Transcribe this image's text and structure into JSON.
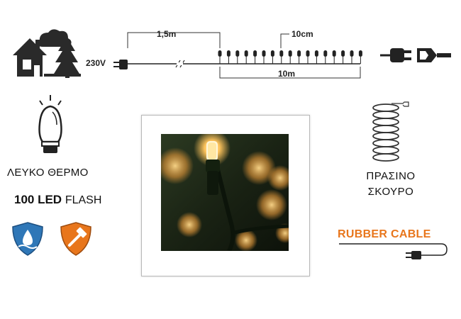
{
  "specs": {
    "voltage": "230V",
    "lead_length": "1,5m",
    "spacing": "10cm",
    "total_length": "10m"
  },
  "light": {
    "color_label": "ΛΕΥΚΟ ΘΕΡΜΟ",
    "count_label": "100 LED",
    "mode_label": "FLASH"
  },
  "cable": {
    "color_line1": "ΠΡΑΣΙΝΟ",
    "color_line2": "ΣΚΟΥΡΟ",
    "type_label": "RUBBER CABLE"
  },
  "icons": {
    "usage": "indoor-outdoor-icon",
    "bulb": "led-bulb-icon",
    "waterproof": "waterproof-shield-icon",
    "durable": "impact-resistant-shield-icon",
    "connector": "extendable-connector-icon",
    "coil": "coiled-cable-icon",
    "plug": "power-plug-icon"
  },
  "colors": {
    "accent_orange": "#e8761c",
    "shield_blue": "#2f77b7",
    "shield_orange": "#e8761c",
    "warm_white": "#ffd27a",
    "dark_green": "#1c2a1c"
  }
}
